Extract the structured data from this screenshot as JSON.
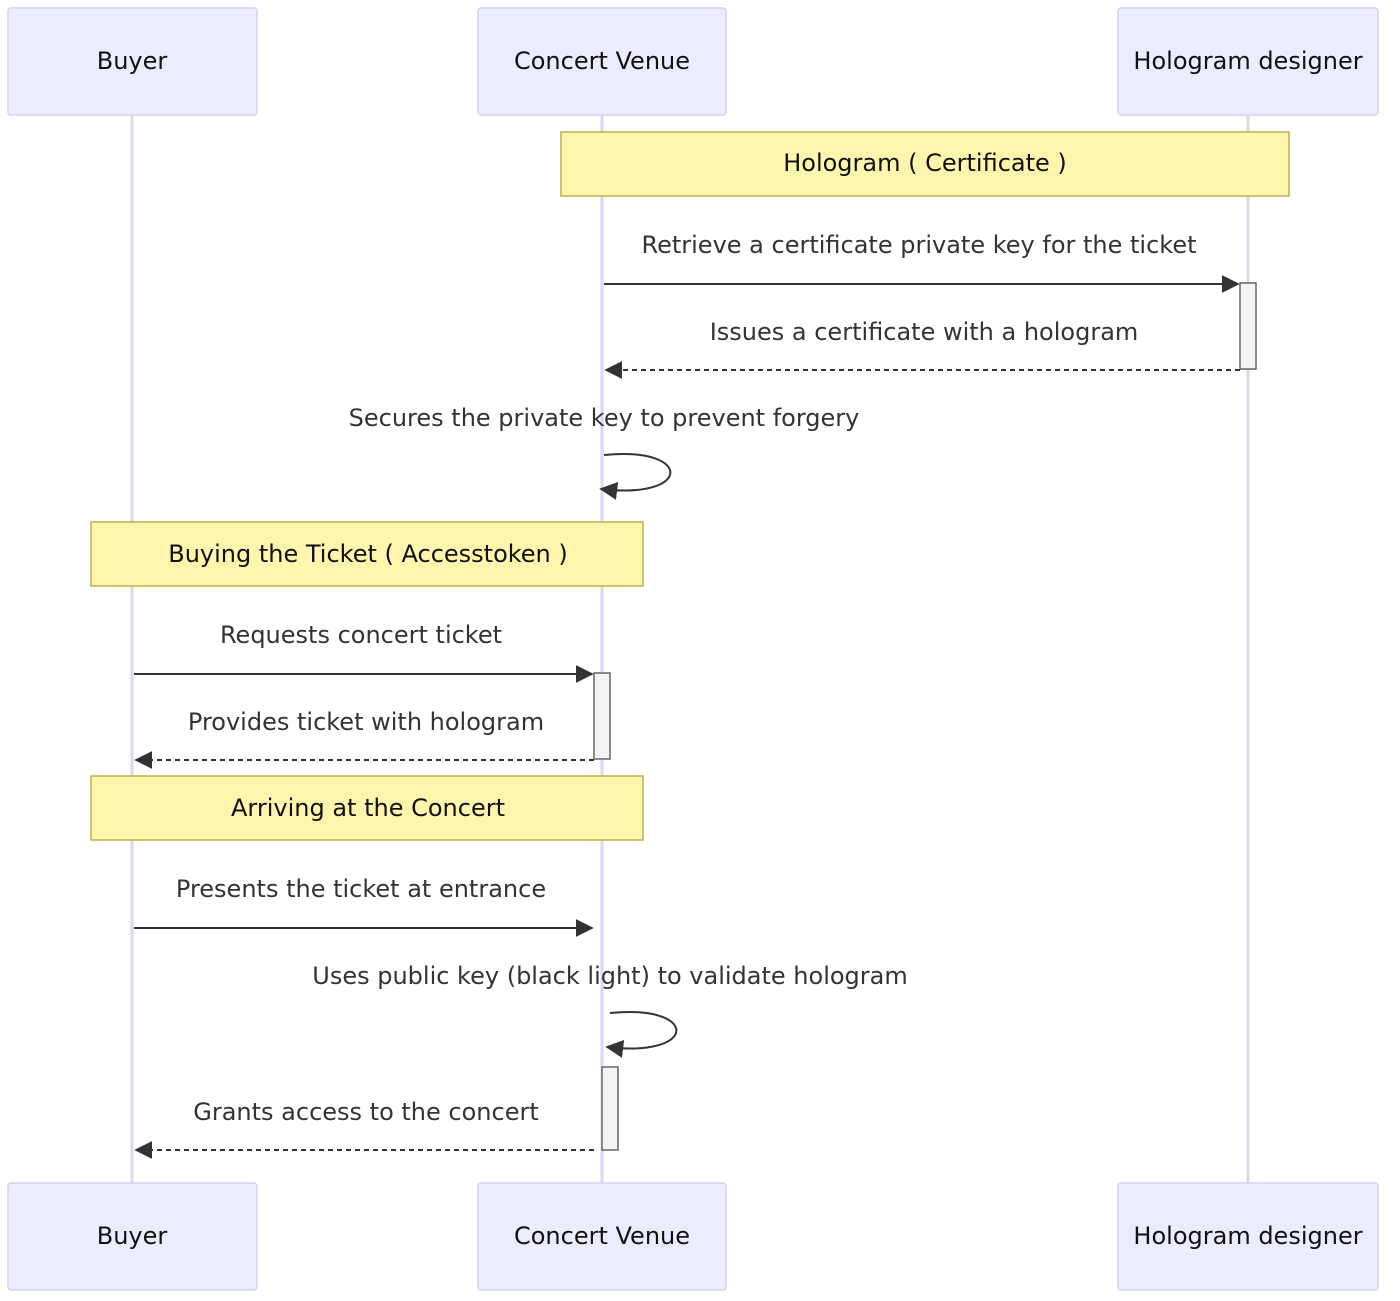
{
  "actors": [
    {
      "id": "buyer",
      "label": "Buyer"
    },
    {
      "id": "venue",
      "label": "Concert Venue"
    },
    {
      "id": "designer",
      "label": "Hologram designer"
    }
  ],
  "notes": [
    {
      "id": "note-hologram",
      "label": "Hologram ( Certificate )"
    },
    {
      "id": "note-buying",
      "label": "Buying the Ticket ( Accesstoken )"
    },
    {
      "id": "note-arriving",
      "label": "Arriving at the Concert"
    }
  ],
  "messages": [
    {
      "from": "venue",
      "to": "designer",
      "style": "solid",
      "label": "Retrieve a certificate private key for the ticket"
    },
    {
      "from": "designer",
      "to": "venue",
      "style": "dashed",
      "label": "Issues a certificate with a hologram"
    },
    {
      "from": "venue",
      "to": "venue",
      "style": "solid",
      "label": "Secures the private key to prevent forgery"
    },
    {
      "from": "buyer",
      "to": "venue",
      "style": "solid",
      "label": "Requests concert ticket"
    },
    {
      "from": "venue",
      "to": "buyer",
      "style": "dashed",
      "label": "Provides ticket with hologram"
    },
    {
      "from": "buyer",
      "to": "venue",
      "style": "solid",
      "label": "Presents the ticket at entrance"
    },
    {
      "from": "venue",
      "to": "venue",
      "style": "solid",
      "label": "Uses public key (black light) to validate hologram"
    },
    {
      "from": "venue",
      "to": "buyer",
      "style": "dashed",
      "label": "Grants access to the concert"
    }
  ],
  "colors": {
    "actor_fill": "#ECECFF",
    "note_fill": "#FFF5AD",
    "line": "#333333"
  }
}
